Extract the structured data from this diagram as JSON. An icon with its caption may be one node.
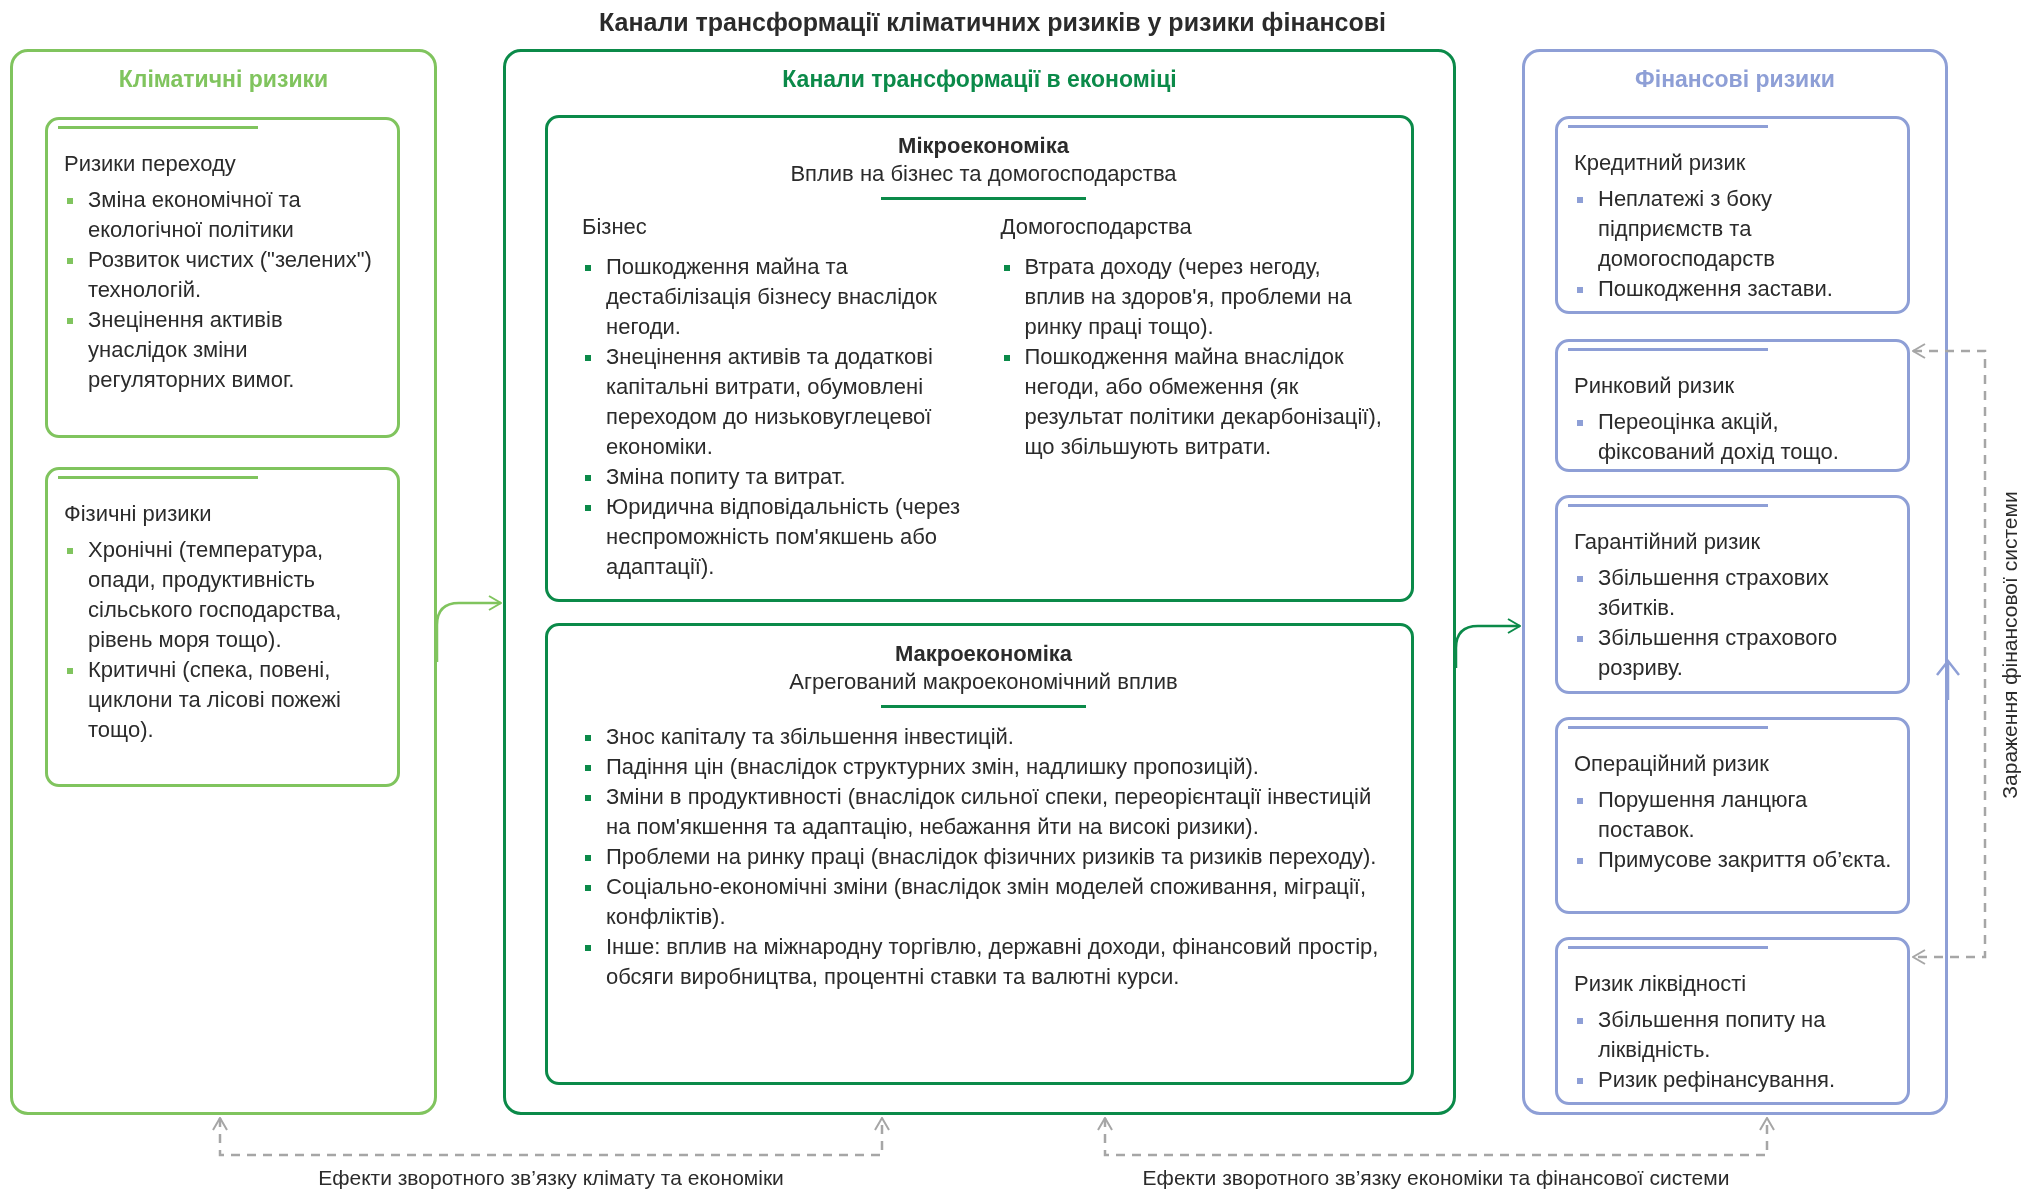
{
  "diagram": {
    "title": "Канали трансформації кліматичних ризиків у ризики фінансові",
    "nodes": [
      {
        "text": [
          "Кліматичні ризики"
        ]
      },
      {
        "text": [
          "Ризики переходу",
          "Зміна економічної та екологічної політики",
          "Розвиток чистих (\"зелених\") технологій.",
          "Знецінення активів унаслідок зміни регуляторних вимог."
        ],
        "in": 0
      },
      {
        "text": [
          "Фізичні ризики",
          "Хронічні (температура, опади, продуктивність сільського господарства, рівень моря тощо).",
          "Критичні (спека, повені, циклони та лісові пожежі тощо)."
        ],
        "in": 0
      },
      {
        "text": [
          "Канали трансформації в економіці"
        ]
      },
      {
        "text": [
          "Мікроекономіка",
          "Вплив на бізнес та домогосподарства",
          "Бізнес",
          "Пошкодження майна та дестабілізація бізнесу внаслідок негоди.",
          "Знецінення активів та додаткові капітальні витрати, обумовлені переходом до низьковуглецевої економіки.",
          "Зміна попиту та витрат.",
          "Юридична відповідальність (через неспроможність пом'якшень або адаптації).",
          "Домогосподарства",
          "Втрата доходу (через негоду, вплив на здоров'я, проблеми на ринку праці тощо).",
          "Пошкодження майна внаслідок негоди, або обмеження (як результат політики декарбонізації), що збільшують витрати."
        ],
        "in": 3
      },
      {
        "text": [
          "Макроекономіка",
          "Агрегований макроекономічний вплив",
          "Знос капіталу та збільшення інвестицій.",
          "Падіння цін (внаслідок структурних змін, надлишку пропозицій).",
          "Зміни в продуктивності (внаслідок сильної спеки, переорієнтації інвестицій на пом'якшення та адаптацію, небажання йти на високі ризики).",
          "Проблеми на ринку праці (внаслідок фізичних ризиків та ризиків переходу).",
          "Соціально-економічні зміни (внаслідок змін моделей споживання, міграції, конфліктів).",
          "Інше: вплив на міжнародну торгівлю, державні доходи, фінансовий простір, обсяги виробництва, процентні ставки та валютні курси."
        ],
        "in": 3
      },
      {
        "text": [
          "Фінансові ризики"
        ]
      },
      {
        "text": [
          "Кредитний ризик",
          "Неплатежі з боку підприємств та домогосподарств",
          "Пошкодження застави."
        ],
        "in": 6
      },
      {
        "text": [
          "Ринковий ризик",
          "Переоцінка акцій, фіксований дохід тощо."
        ],
        "in": 6
      },
      {
        "text": [
          "Гарантійний ризик",
          "Збільшення страхових збитків.",
          "Збільшення страхового розриву."
        ],
        "in": 6
      },
      {
        "text": [
          "Операційний ризик",
          "Порушення ланцюга поставок.",
          "Примусове закриття об’єкта."
        ],
        "in": 6
      },
      {
        "text": [
          "Ризик ліквідності",
          "Збільшення попиту на ліквідність.",
          "Ризик рефінансування."
        ],
        "in": 6
      }
    ],
    "edges": [
      {
        "from": 0,
        "to": 3,
        "arrow": "to",
        "color": "#80c45e"
      },
      {
        "from": 3,
        "to": 6,
        "arrow": "to",
        "color": "#0b8a49"
      },
      {
        "from": 0,
        "to": 3,
        "arrow": "both",
        "style": "dashed",
        "color": "#a6a6a6",
        "label": "Ефекти зворотного зв’язку клімату та економіки"
      },
      {
        "from": 3,
        "to": 6,
        "arrow": "both",
        "style": "dashed",
        "color": "#a6a6a6",
        "label": "Ефекти зворотного зв’язку економіки та фінансової системи"
      },
      {
        "from": 8,
        "to": 11,
        "arrow": "both",
        "style": "dashed",
        "color": "#a6a6a6",
        "label": "Зараження фінансової системи"
      }
    ]
  }
}
